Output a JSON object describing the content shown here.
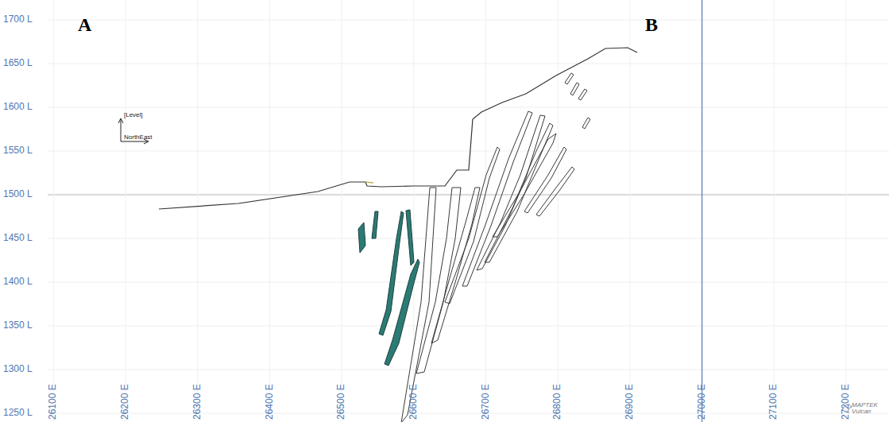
{
  "diagram": {
    "labels": [
      "A",
      "B",
      "1700 L",
      "1650 L",
      "1600 L",
      "1550 L",
      "1500 L",
      "1450 L",
      "1400 L",
      "1350 L",
      "1300 L",
      "1250 L",
      "26100 E",
      "26200 E",
      "26300 E",
      "26400 E",
      "26500 E",
      "26600 E",
      "26700 E",
      "26800 E",
      "26900 E",
      "27000 E",
      "27100 E",
      "27200 E",
      "[Level]",
      "NorthEast",
      "MAPTEK Vulcan"
    ]
  }
}
